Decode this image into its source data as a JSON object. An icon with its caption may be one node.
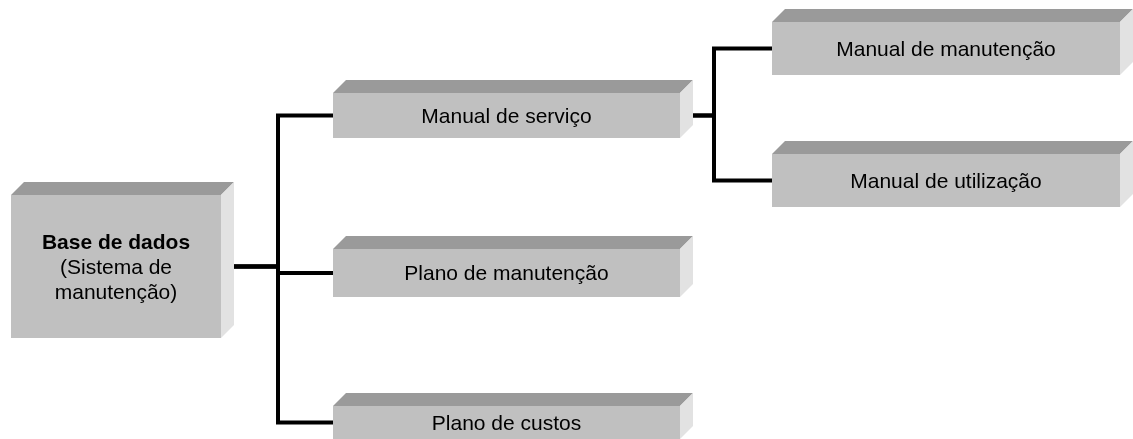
{
  "diagram": {
    "nodes": [
      {
        "text": [
          "Base de dados",
          "(Sistema de manutenção)"
        ]
      },
      {
        "text": [
          "Manual de serviço"
        ]
      },
      {
        "text": [
          "Manual de manutenção"
        ]
      },
      {
        "text": [
          "Manual de utilização"
        ]
      },
      {
        "text": [
          "Plano de manutenção"
        ]
      },
      {
        "text": [
          "Plano de custos"
        ]
      }
    ],
    "edges": [
      {
        "from": 0,
        "to": 1,
        "arrow": "none"
      },
      {
        "from": 0,
        "to": 4,
        "arrow": "none"
      },
      {
        "from": 0,
        "to": 5,
        "arrow": "none"
      },
      {
        "from": 1,
        "to": 2,
        "arrow": "none"
      },
      {
        "from": 1,
        "to": 3,
        "arrow": "none"
      }
    ]
  }
}
